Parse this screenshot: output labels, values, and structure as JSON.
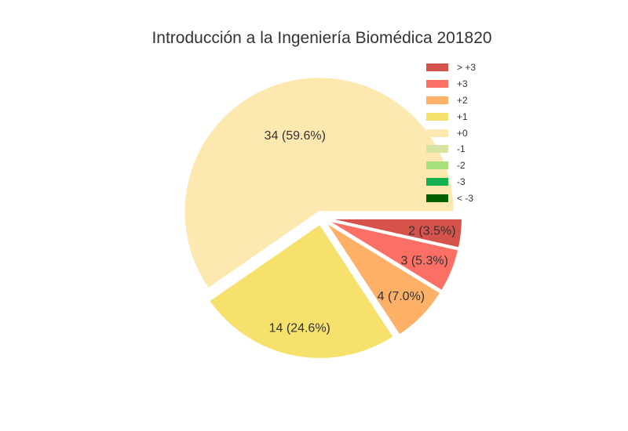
{
  "chart_data": {
    "type": "pie",
    "title": "Introducción a la Ingeniería Biomédica 201820",
    "categories": [
      "> +3",
      "+3",
      "+2",
      "+1",
      "+0",
      "-1",
      "-2",
      "-3",
      "< -3"
    ],
    "values": [
      2,
      3,
      4,
      14,
      34,
      0,
      0,
      0,
      0
    ],
    "slice_labels": [
      "2 (3.5%)",
      "3 (5.3%)",
      "4 (7.0%)",
      "14 (24.6%)",
      "34 (59.6%)",
      "",
      "",
      "",
      ""
    ],
    "colors": [
      "#d6534b",
      "#fc6f65",
      "#fdb066",
      "#f5e16c",
      "#fde8b0",
      "#d6e3a1",
      "#a6e07b",
      "#12b04e",
      "#006100"
    ],
    "legend_position": "top-right",
    "exploded": true,
    "start_angle_deg": 0,
    "direction": "clockwise"
  }
}
